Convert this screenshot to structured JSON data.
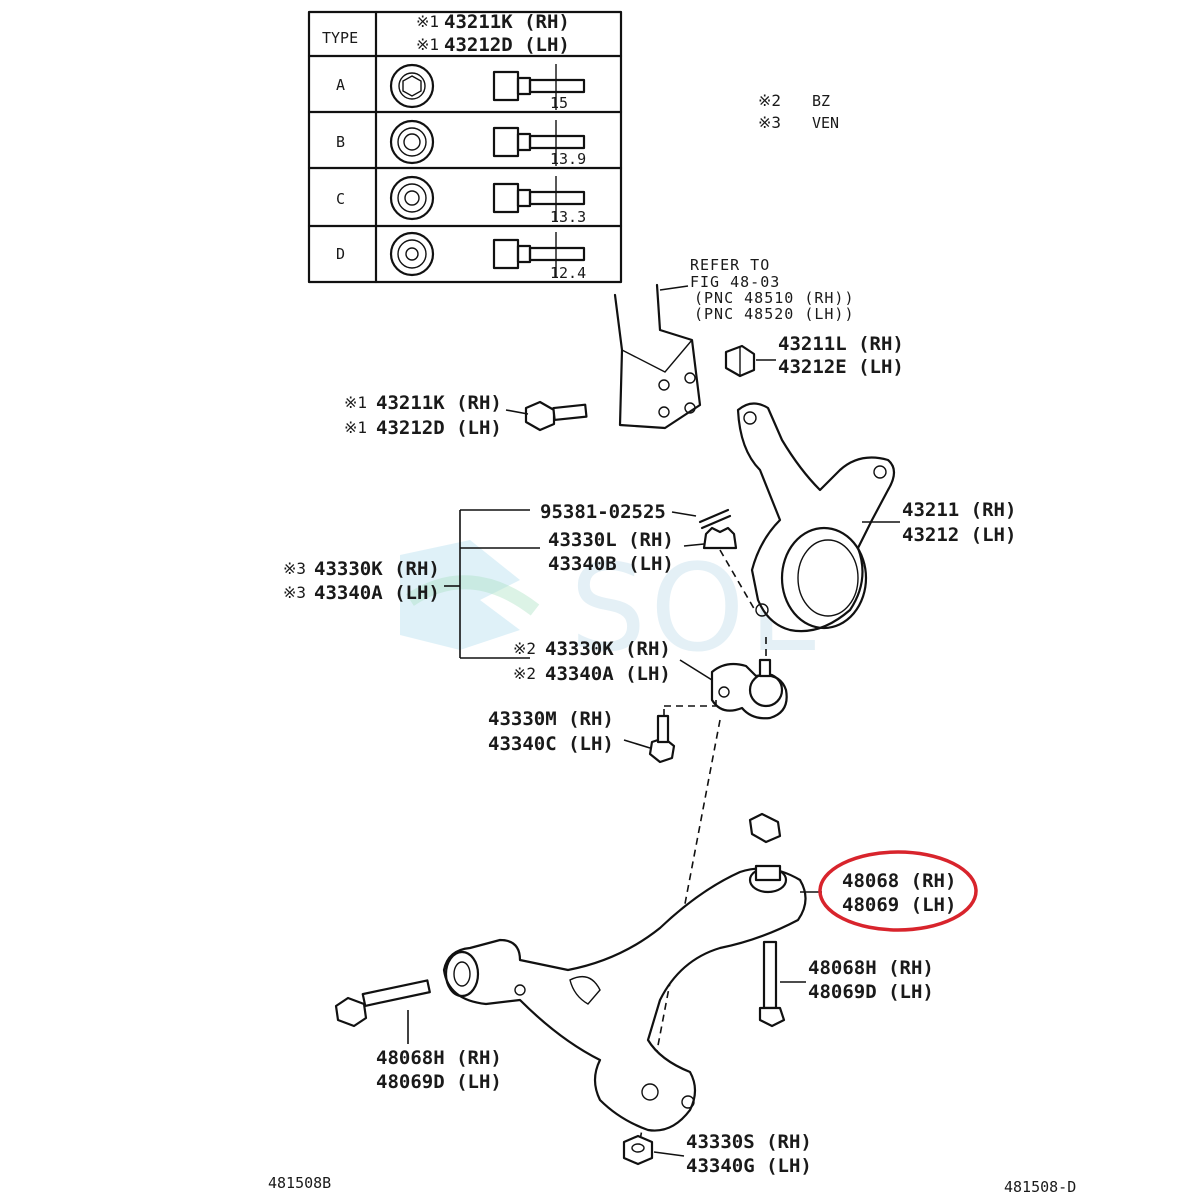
{
  "table": {
    "header_type": "TYPE",
    "header_line1": {
      "mark": "※1",
      "part": "43211K (RH)"
    },
    "header_line2": {
      "mark": "※1",
      "part": "43212D (LH)"
    },
    "rows": [
      {
        "type": "A",
        "dia": "15"
      },
      {
        "type": "B",
        "dia": "13.9"
      },
      {
        "type": "C",
        "dia": "13.3"
      },
      {
        "type": "D",
        "dia": "12.4"
      }
    ]
  },
  "notes": [
    {
      "mark": "※2",
      "text": "BZ"
    },
    {
      "mark": "※3",
      "text": "VEN"
    }
  ],
  "refer": {
    "line1": "REFER TO",
    "line2": "FIG 48-03",
    "line3": "(PNC 48510 (RH))",
    "line4": "(PNC 48520 (LH))"
  },
  "labels": {
    "nut_top_rh": "43211L (RH)",
    "nut_top_lh": "43212E (LH)",
    "bolt_rh_mark": "※1",
    "bolt_rh": "43211K (RH)",
    "bolt_lh_mark": "※1",
    "bolt_lh": "43212D (LH)",
    "pin": "95381-02525",
    "knuckle_rh": "43211 (RH)",
    "knuckle_lh": "43212 (LH)",
    "nut_rh": "43330L (RH)",
    "nut_lh": "43340B (LH)",
    "group_rh_mark": "※3",
    "group_rh": "43330K (RH)",
    "group_lh_mark": "※3",
    "group_lh": "43340A (LH)",
    "bj_rh_mark": "※2",
    "bj_rh": "43330K (RH)",
    "bj_lh_mark": "※2",
    "bj_lh": "43340A (LH)",
    "bolt2_rh": "43330M (RH)",
    "bolt2_lh": "43340C (LH)",
    "arm_rh": "48068 (RH)",
    "arm_lh": "48069 (LH)",
    "armbolt_r_rh": "48068H (RH)",
    "armbolt_r_lh": "48069D (LH)",
    "armbolt_l_rh": "48068H (RH)",
    "armbolt_l_lh": "48069D (LH)",
    "bushnut_rh": "43330S (RH)",
    "bushnut_lh": "43340G (LH)"
  },
  "footer": {
    "left_code": "481508B",
    "right_code": "481508-D"
  },
  "watermark": "SOL",
  "colors": {
    "highlight": "#d8242c",
    "watermark": "#cfe4ef"
  }
}
